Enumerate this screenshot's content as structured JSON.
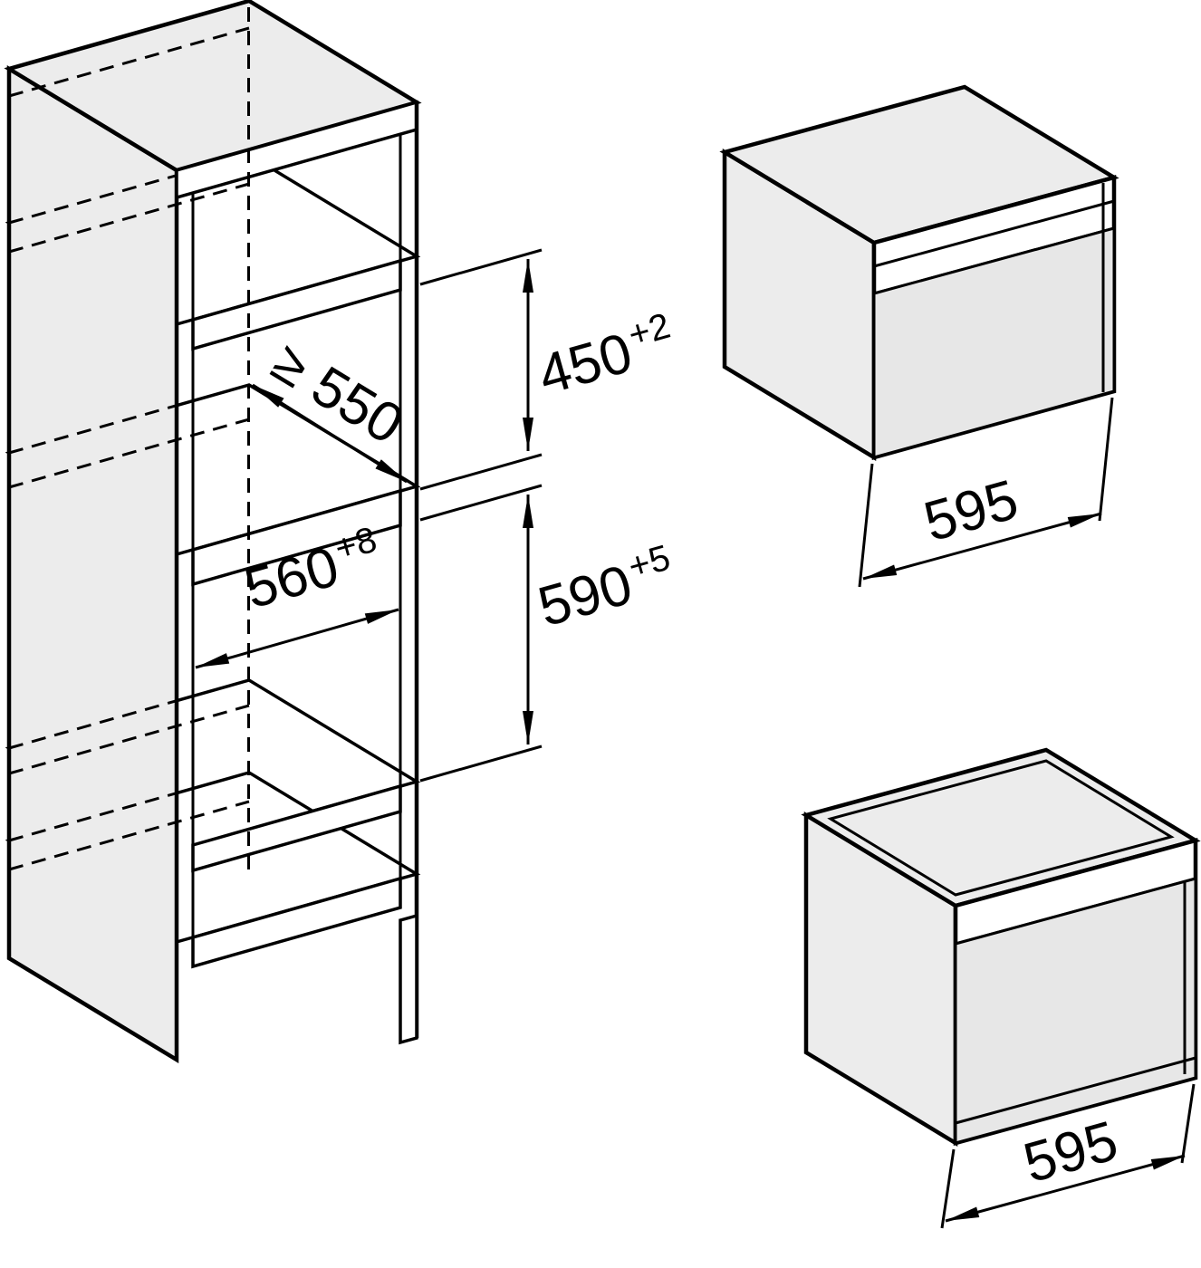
{
  "colors": {
    "line": "#000000",
    "panel_fill": "#ececec",
    "door_fill": "#e7e7e7",
    "background": "#ffffff"
  },
  "cabinet": {
    "depth_dim_label": "≥ 550",
    "upper_niche_height": {
      "value": "450",
      "tolerance": "+2"
    },
    "niche_width": {
      "value": "560",
      "tolerance": "+8"
    },
    "lower_niche_height": {
      "value": "590",
      "tolerance": "+5"
    }
  },
  "compact_appliance": {
    "width_label": "595"
  },
  "oven": {
    "width_label": "595"
  }
}
